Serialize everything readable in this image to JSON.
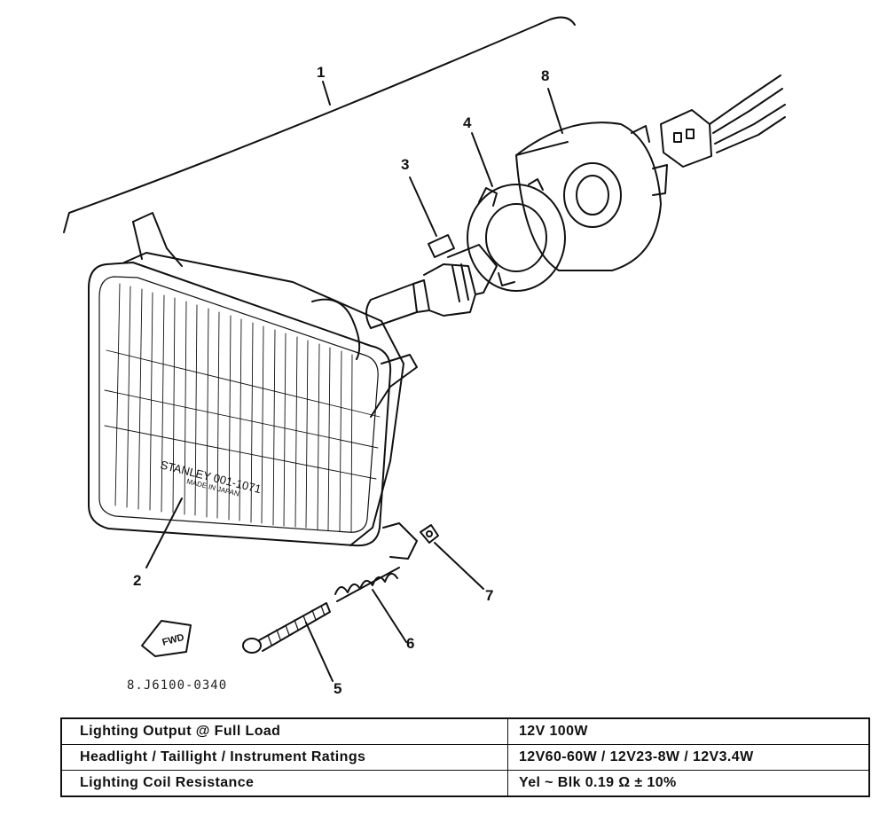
{
  "callouts": {
    "c1": "1",
    "c2": "2",
    "c3": "3",
    "c4": "4",
    "c5": "5",
    "c6": "6",
    "c7": "7",
    "c8": "8"
  },
  "lens_text": {
    "line1": "STANLEY 001-1071",
    "line2": "MADE IN JAPAN"
  },
  "fwd_label": "FWD",
  "part_code": "8.J6100-0340",
  "spec_table": [
    {
      "label": "Lighting Output @ Full Load",
      "value": "12V 100W"
    },
    {
      "label": "Headlight / Taillight / Instrument Ratings",
      "value": "12V60-60W / 12V23-8W / 12V3.4W"
    },
    {
      "label": "Lighting Coil Resistance",
      "value": "Yel ~ Blk 0.19 Ω ± 10%"
    }
  ]
}
